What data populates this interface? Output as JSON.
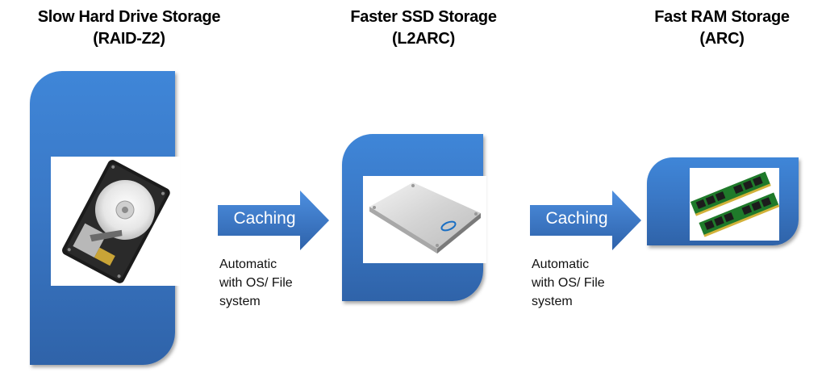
{
  "tiers": [
    {
      "title": "Slow Hard Drive Storage",
      "subtitle": "(RAID-Z2)",
      "image": "hard-drive-photo"
    },
    {
      "title": "Faster SSD Storage",
      "subtitle": "(L2ARC)",
      "image": "ssd-photo"
    },
    {
      "title": "Fast RAM Storage",
      "subtitle": "(ARC)",
      "image": "ram-modules-photo"
    }
  ],
  "arrows": [
    {
      "label": "Caching",
      "note_lines": [
        "Automatic",
        "with OS/ File",
        "system"
      ]
    },
    {
      "label": "Caching",
      "note_lines": [
        "Automatic",
        "with OS/ File",
        "system"
      ]
    }
  ],
  "colors": {
    "tile_blue": "#3a78c6",
    "tile_blue_dark": "#2f63a9",
    "arrow_blue": "#3b7bd0",
    "text": "#000000"
  }
}
